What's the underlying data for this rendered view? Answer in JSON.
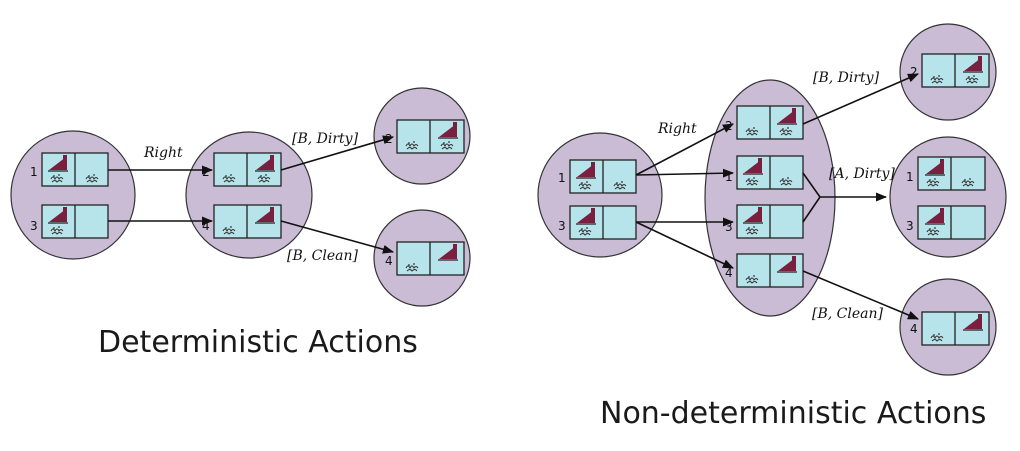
{
  "captions": {
    "deterministic": "Deterministic Actions",
    "nondeterministic": "Non-deterministic Actions"
  },
  "labels": {
    "right": "Right",
    "b_dirty": "[B, Dirty]",
    "b_clean": "[B, Clean]",
    "a_dirty": "[A, Dirty]"
  },
  "state_numbers": {
    "s1": "1",
    "s2": "2",
    "s3": "3",
    "s4": "4"
  },
  "colors": {
    "belief_fill": "#cbbcd6",
    "room_fill": "#b7e4ea",
    "robot": "#7a1f3d",
    "outline": "#222222"
  }
}
